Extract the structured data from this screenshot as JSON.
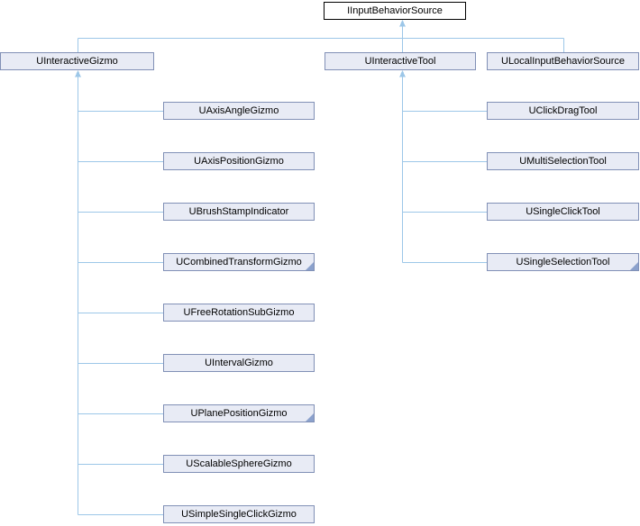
{
  "diagram": {
    "kind": "class-inheritance-graph",
    "colors": {
      "node_fill": "#e8ebf5",
      "node_border": "#8190b6",
      "root_node_fill": "#ffffff",
      "root_node_border": "#000000",
      "edge_line": "#9dc7e8",
      "text": "#000000",
      "truncated_corner": "#8ba1cc"
    },
    "nodes": {
      "root": {
        "label": "IInputBehaviorSource",
        "truncated": false
      },
      "level2": [
        {
          "label": "UInteractiveGizmo",
          "truncated": false
        },
        {
          "label": "UInteractiveTool",
          "truncated": false
        },
        {
          "label": "ULocalInputBehaviorSource",
          "truncated": false
        }
      ],
      "gizmo_subclasses": [
        {
          "label": "UAxisAngleGizmo",
          "truncated": false
        },
        {
          "label": "UAxisPositionGizmo",
          "truncated": false
        },
        {
          "label": "UBrushStampIndicator",
          "truncated": false
        },
        {
          "label": "UCombinedTransformGizmo",
          "truncated": true
        },
        {
          "label": "UFreeRotationSubGizmo",
          "truncated": false
        },
        {
          "label": "UIntervalGizmo",
          "truncated": false
        },
        {
          "label": "UPlanePositionGizmo",
          "truncated": true
        },
        {
          "label": "UScalableSphereGizmo",
          "truncated": false
        },
        {
          "label": "USimpleSingleClickGizmo",
          "truncated": false
        }
      ],
      "tool_subclasses": [
        {
          "label": "UClickDragTool",
          "truncated": false
        },
        {
          "label": "UMultiSelectionTool",
          "truncated": false
        },
        {
          "label": "USingleClickTool",
          "truncated": false
        },
        {
          "label": "USingleSelectionTool",
          "truncated": true
        }
      ]
    },
    "edges": [
      {
        "from": "UInteractiveGizmo",
        "to": "IInputBehaviorSource"
      },
      {
        "from": "UInteractiveTool",
        "to": "IInputBehaviorSource"
      },
      {
        "from": "ULocalInputBehaviorSource",
        "to": "IInputBehaviorSource"
      },
      {
        "from": "UAxisAngleGizmo",
        "to": "UInteractiveGizmo"
      },
      {
        "from": "UAxisPositionGizmo",
        "to": "UInteractiveGizmo"
      },
      {
        "from": "UBrushStampIndicator",
        "to": "UInteractiveGizmo"
      },
      {
        "from": "UCombinedTransformGizmo",
        "to": "UInteractiveGizmo"
      },
      {
        "from": "UFreeRotationSubGizmo",
        "to": "UInteractiveGizmo"
      },
      {
        "from": "UIntervalGizmo",
        "to": "UInteractiveGizmo"
      },
      {
        "from": "UPlanePositionGizmo",
        "to": "UInteractiveGizmo"
      },
      {
        "from": "UScalableSphereGizmo",
        "to": "UInteractiveGizmo"
      },
      {
        "from": "USimpleSingleClickGizmo",
        "to": "UInteractiveGizmo"
      },
      {
        "from": "UClickDragTool",
        "to": "UInteractiveTool"
      },
      {
        "from": "UMultiSelectionTool",
        "to": "UInteractiveTool"
      },
      {
        "from": "USingleClickTool",
        "to": "UInteractiveTool"
      },
      {
        "from": "USingleSelectionTool",
        "to": "UInteractiveTool"
      }
    ]
  }
}
